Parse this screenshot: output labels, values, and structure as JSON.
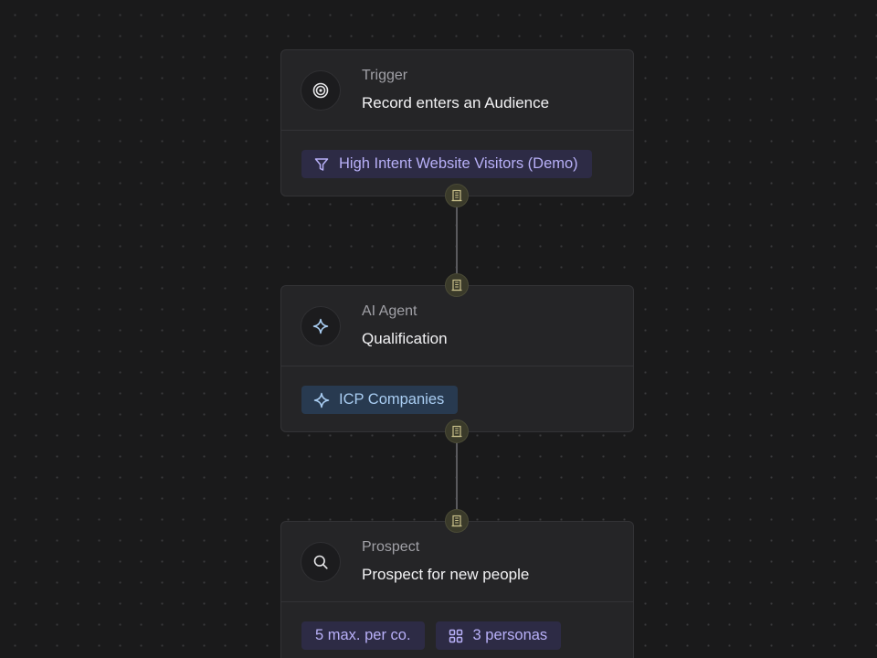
{
  "nodes": [
    {
      "type_label": "Trigger",
      "title": "Record enters an Audience",
      "icon": "target-icon",
      "chips": [
        {
          "label": "High Intent Website Visitors (Demo)",
          "icon": "filter-icon",
          "color": "#b8b0f8"
        }
      ]
    },
    {
      "type_label": "AI Agent",
      "title": "Qualification",
      "icon": "sparkle-icon",
      "chips": [
        {
          "label": "ICP Companies",
          "icon": "sparkle-icon",
          "color": "#a9cdf2"
        }
      ]
    },
    {
      "type_label": "Prospect",
      "title": "Prospect for new people",
      "icon": "search-icon",
      "chips": [
        {
          "label": "5 max. per co.",
          "icon": "",
          "color": "#b8b0f8"
        },
        {
          "label": "3 personas",
          "icon": "grid-icon",
          "color": "#b8b0f8"
        }
      ]
    }
  ],
  "port_icon": "building-icon",
  "colors": {
    "background": "#1a1a1b",
    "node_bg": "#252527",
    "port_accent": "#c9c08a",
    "chip_purple_text": "#b8b0f8",
    "chip_blue_text": "#a9cdf2"
  }
}
